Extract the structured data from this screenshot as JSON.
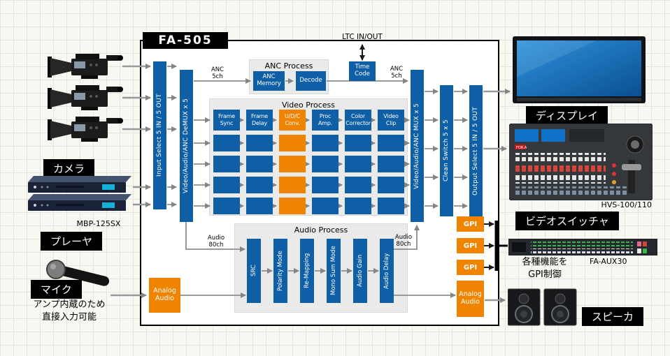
{
  "diagram_title": "FA-505",
  "colors": {
    "blue": "#0e5fa5",
    "orange": "#f08300"
  },
  "ltc_label": "LTC IN/OUT",
  "inputs": {
    "camera_label": "カメラ",
    "player_model": "MBP-125SX",
    "player_label": "プレーヤ",
    "mic_label": "マイク",
    "mic_note": "アンプ内蔵のため\n直接入力可能"
  },
  "outputs": {
    "display_label": "ディスプレイ",
    "switcher_model": "HVS-100/110",
    "switcher_brand": "FOR.A",
    "switcher_label": "ビデオスイッチャ",
    "gpi_note": "各種機能を\nGPI制御",
    "aux_model": "FA-AUX30",
    "speaker_label": "スピーカ"
  },
  "unit": {
    "input_select": "Input Select 5 IN / 5 OUT",
    "demux": "Video/Audio/ANC DeMUX x 5",
    "mux": "Video/Audio/ANC MUX x 5",
    "clean_switch": "Clean Switch 5 x 5",
    "output_select": "Output Select 5 IN / 5 OUT",
    "time_code": "Time\nCode",
    "anc": {
      "title": "ANC Process",
      "memory": "ANC\nMemory",
      "decode": "Decode",
      "ch_in": "ANC\n5ch",
      "ch_out": "ANC\n5ch"
    },
    "video": {
      "title": "Video Process",
      "columns": [
        "Frame\nSync",
        "Frame\nDelay",
        "U/D/C\nConv.",
        "Proc\nAmp.",
        "Color\nCorrector",
        "Video\nClip"
      ]
    },
    "audio": {
      "title": "Audio Process",
      "blocks": [
        "SRC",
        "Polarity Mode",
        "Re-Mapping",
        "Mono Sum Mode",
        "Audio Gain",
        "Audio Delay"
      ],
      "ch_in": "Audio\n80ch",
      "ch_out": "Audio\n80ch"
    },
    "analog_in": "Analog\nAudio",
    "analog_out": "Analog\nAudio",
    "gpi": [
      "GPI",
      "GPI",
      "GPI"
    ]
  }
}
